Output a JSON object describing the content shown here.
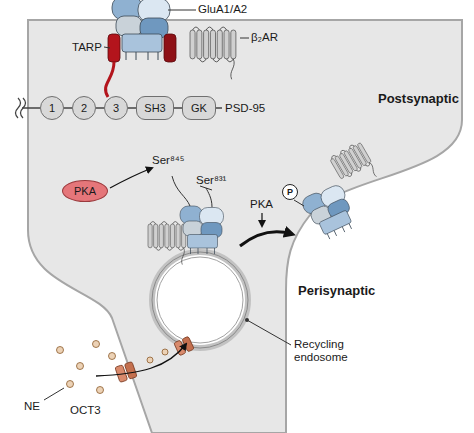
{
  "diagram": {
    "nodes": [
      {
        "text": [
          "1"
        ]
      },
      {
        "text": [
          "2"
        ]
      },
      {
        "text": [
          "3"
        ]
      },
      {
        "text": [
          "SH3"
        ]
      },
      {
        "text": [
          "GK"
        ]
      },
      {
        "text": [
          "PKA"
        ]
      },
      {
        "text": [
          "P"
        ]
      }
    ],
    "edges": [
      {
        "from": 0,
        "to": 1,
        "arrow": "none"
      },
      {
        "from": 1,
        "to": 2,
        "arrow": "none"
      },
      {
        "from": 2,
        "to": 3,
        "arrow": "none"
      },
      {
        "from": 3,
        "to": 4,
        "arrow": "none"
      }
    ],
    "labels": [
      "TARP",
      "GluA1/A2",
      "β₂AR",
      "Postsynaptic",
      "PSD-95",
      "Ser⁸⁴⁵",
      "Ser⁸³¹",
      "PKA",
      "Perisynaptic",
      "Recycling endosome",
      "OCT3",
      "NE"
    ]
  }
}
